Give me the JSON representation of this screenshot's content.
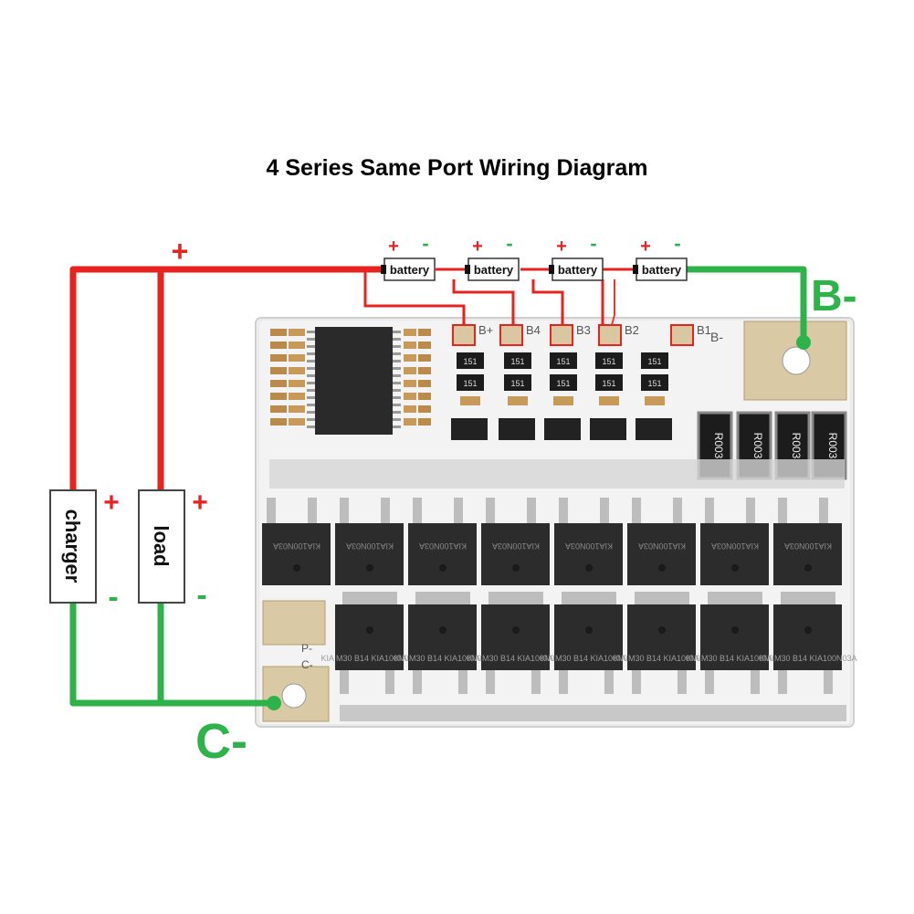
{
  "title": "4 Series Same Port Wiring Diagram",
  "colors": {
    "positive_wire": "#e8231f",
    "negative_wire": "#2db34a",
    "board": "#f2f2f2",
    "mosfet": "#2c2c2c"
  },
  "top_plus": "+",
  "batteries": [
    {
      "label": "battery",
      "plus": "+",
      "minus": "-"
    },
    {
      "label": "battery",
      "plus": "+",
      "minus": "-"
    },
    {
      "label": "battery",
      "plus": "+",
      "minus": "-"
    },
    {
      "label": "battery",
      "plus": "+",
      "minus": "-"
    }
  ],
  "charger": {
    "label": "charger",
    "plus": "+",
    "minus": "-"
  },
  "load": {
    "label": "load",
    "plus": "+",
    "minus": "-"
  },
  "b_minus_label": "B-",
  "c_minus_label": "C-",
  "board": {
    "pads": [
      "B+",
      "B4",
      "B3",
      "B2",
      "B1",
      "B-"
    ],
    "side_pads": [
      "P-",
      "C-"
    ],
    "resistor_code": "151",
    "shunt_code": "R003",
    "mosfet_top_mark": "KIA100N03A",
    "mosfet_bottom_mark": "KIA M30 B14 KIA100N03A"
  }
}
